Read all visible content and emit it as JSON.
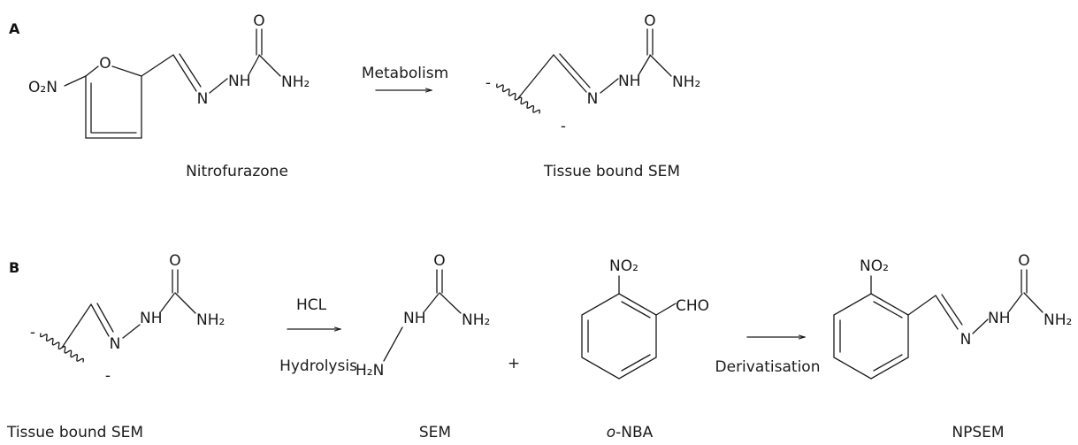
{
  "panel_a": {
    "label": "A",
    "arrow_label": "Metabolism",
    "nitrofurazone": {
      "name": "Nitrofurazone",
      "nitro": "O₂N",
      "ring_o": "O",
      "carbonyl_o": "O",
      "imine_n": "N",
      "nh": "NH",
      "nh2": "NH₂"
    },
    "tissue_bound_sem": {
      "name": "Tissue bound SEM",
      "mark_top": "-",
      "mark_bottom": "-",
      "carbonyl_o": "O",
      "imine_n": "N",
      "nh": "NH",
      "nh2": "NH₂"
    }
  },
  "panel_b": {
    "label": "B",
    "step1_above": "HCL",
    "step1_below": "Hydrolysis",
    "tissue_bound_sem": {
      "name": "Tissue bound SEM",
      "mark_top": "-",
      "mark_bottom": "-",
      "carbonyl_o": "O",
      "imine_n": "N",
      "nh": "NH",
      "nh2": "NH₂"
    },
    "sem": {
      "name": "SEM",
      "h2n": "H₂N",
      "nh": "NH",
      "carbonyl_o": "O",
      "nh2": "NH₂"
    },
    "plus": "+",
    "o_nba": {
      "name_prefix": "o",
      "name_suffix": "-NBA",
      "nitro": "NO₂",
      "aldehyde": "CHO"
    },
    "step2_label": "Derivatisation",
    "npsem": {
      "name": "NPSEM",
      "nitro": "NO₂",
      "imine_n": "N",
      "nh": "NH",
      "carbonyl_o": "O",
      "nh2": "NH₂"
    }
  }
}
